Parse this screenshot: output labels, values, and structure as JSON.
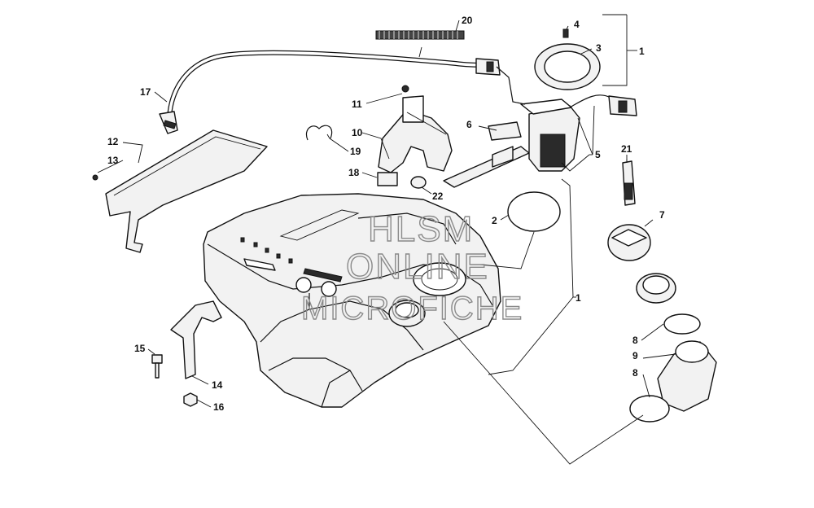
{
  "watermark": {
    "line1": "HLSM",
    "line2": "ONLINE",
    "line3": "MICROFICHE"
  },
  "callouts": [
    {
      "id": "c1a",
      "label": "1"
    },
    {
      "id": "c1b",
      "label": "1"
    },
    {
      "id": "c2",
      "label": "2"
    },
    {
      "id": "c3",
      "label": "3"
    },
    {
      "id": "c4",
      "label": "4"
    },
    {
      "id": "c5",
      "label": "5"
    },
    {
      "id": "c6",
      "label": "6"
    },
    {
      "id": "c7",
      "label": "7"
    },
    {
      "id": "c8a",
      "label": "8"
    },
    {
      "id": "c8b",
      "label": "8"
    },
    {
      "id": "c9",
      "label": "9"
    },
    {
      "id": "c10",
      "label": "10"
    },
    {
      "id": "c11",
      "label": "11"
    },
    {
      "id": "c12",
      "label": "12"
    },
    {
      "id": "c13",
      "label": "13"
    },
    {
      "id": "c14",
      "label": "14"
    },
    {
      "id": "c15",
      "label": "15"
    },
    {
      "id": "c16",
      "label": "16"
    },
    {
      "id": "c17",
      "label": "17"
    },
    {
      "id": "c18",
      "label": "18"
    },
    {
      "id": "c19",
      "label": "19"
    },
    {
      "id": "c20",
      "label": "20"
    },
    {
      "id": "c21",
      "label": "21"
    },
    {
      "id": "c22",
      "label": "22"
    }
  ]
}
